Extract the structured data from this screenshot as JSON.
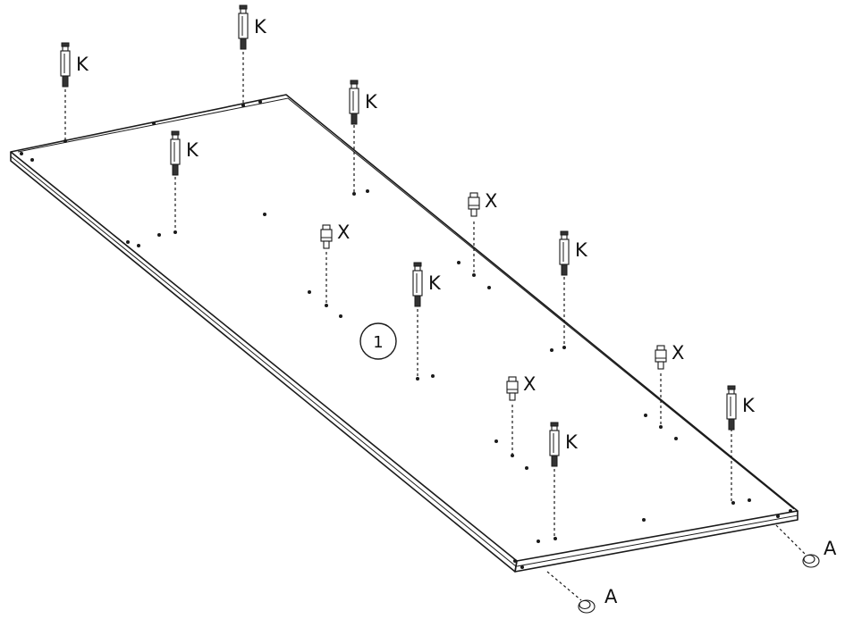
{
  "panel": {
    "number": "1"
  },
  "parts": {
    "K": "K",
    "X": "X",
    "A": "A"
  }
}
